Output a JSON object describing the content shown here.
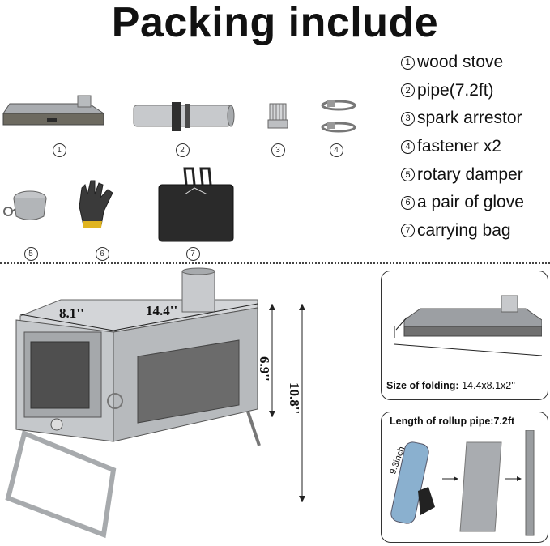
{
  "title": "Packing include",
  "items": [
    {
      "num": "1",
      "label": "wood stove",
      "icon": "wood-stove-icon"
    },
    {
      "num": "2",
      "label": "pipe(7.2ft)",
      "icon": "pipe-roll-icon"
    },
    {
      "num": "3",
      "label": "spark arrestor",
      "icon": "spark-arrestor-icon"
    },
    {
      "num": "4",
      "label": "fastener x2",
      "icon": "fastener-clamp-icon"
    },
    {
      "num": "5",
      "label": "rotary damper",
      "icon": "rotary-damper-icon"
    },
    {
      "num": "6",
      "label": "a pair of glove",
      "icon": "glove-icon"
    },
    {
      "num": "7",
      "label": "carrying bag",
      "icon": "carrying-bag-icon"
    }
  ],
  "stove_dimensions": {
    "depth": "8.1''",
    "width": "14.4''",
    "body_height": "6.9''",
    "total_height": "10.8''"
  },
  "folding_panel": {
    "caption_label": "Size of folding:",
    "caption_value": "14.4x8.1x2''"
  },
  "pipe_panel": {
    "caption": "Length of rollup pipe:7.2ft",
    "diameter": "9.3inch"
  },
  "colors": {
    "steel": "#b9bcc0",
    "dark_steel": "#5e5e5e",
    "line": "#222222"
  }
}
